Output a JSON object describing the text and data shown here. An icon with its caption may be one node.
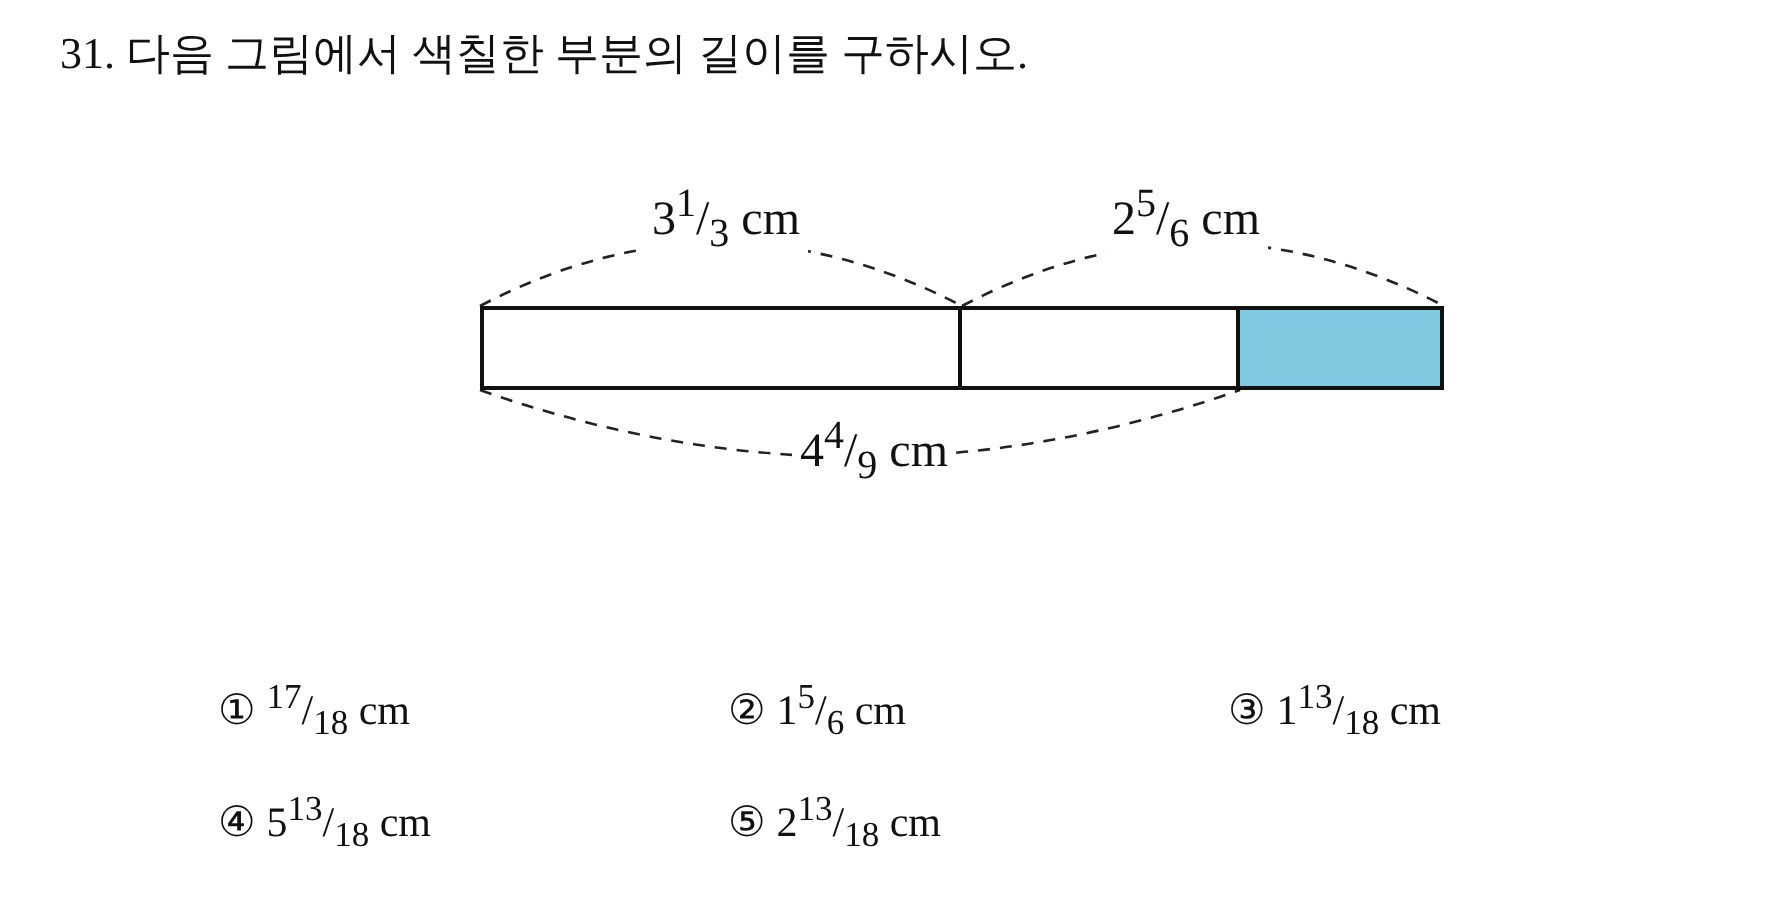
{
  "diagram": {
    "title": "31. 다음 그림에서 색칠한 부분의 길이를 구하시오.",
    "nodes": [
      {
        "text": [],
        "shape": "box"
      },
      {
        "text": [],
        "shape": "box"
      },
      {
        "text": [],
        "shape": "box"
      }
    ],
    "labels": [
      "3$^{1}$/$_{3}$ cm",
      "2$^{5}$/$_{6}$ cm",
      "4$^{4}$/$_{9}$ cm",
      "① $^{17}$/$_{18}$ cm",
      "② 1$^{5}$/$_{6}$ cm",
      "③ 1$^{13}$/$_{18}$ cm",
      "④ 5$^{13}$/$_{18}$ cm",
      "⑤ 2$^{13}$/$_{18}$ cm"
    ]
  }
}
